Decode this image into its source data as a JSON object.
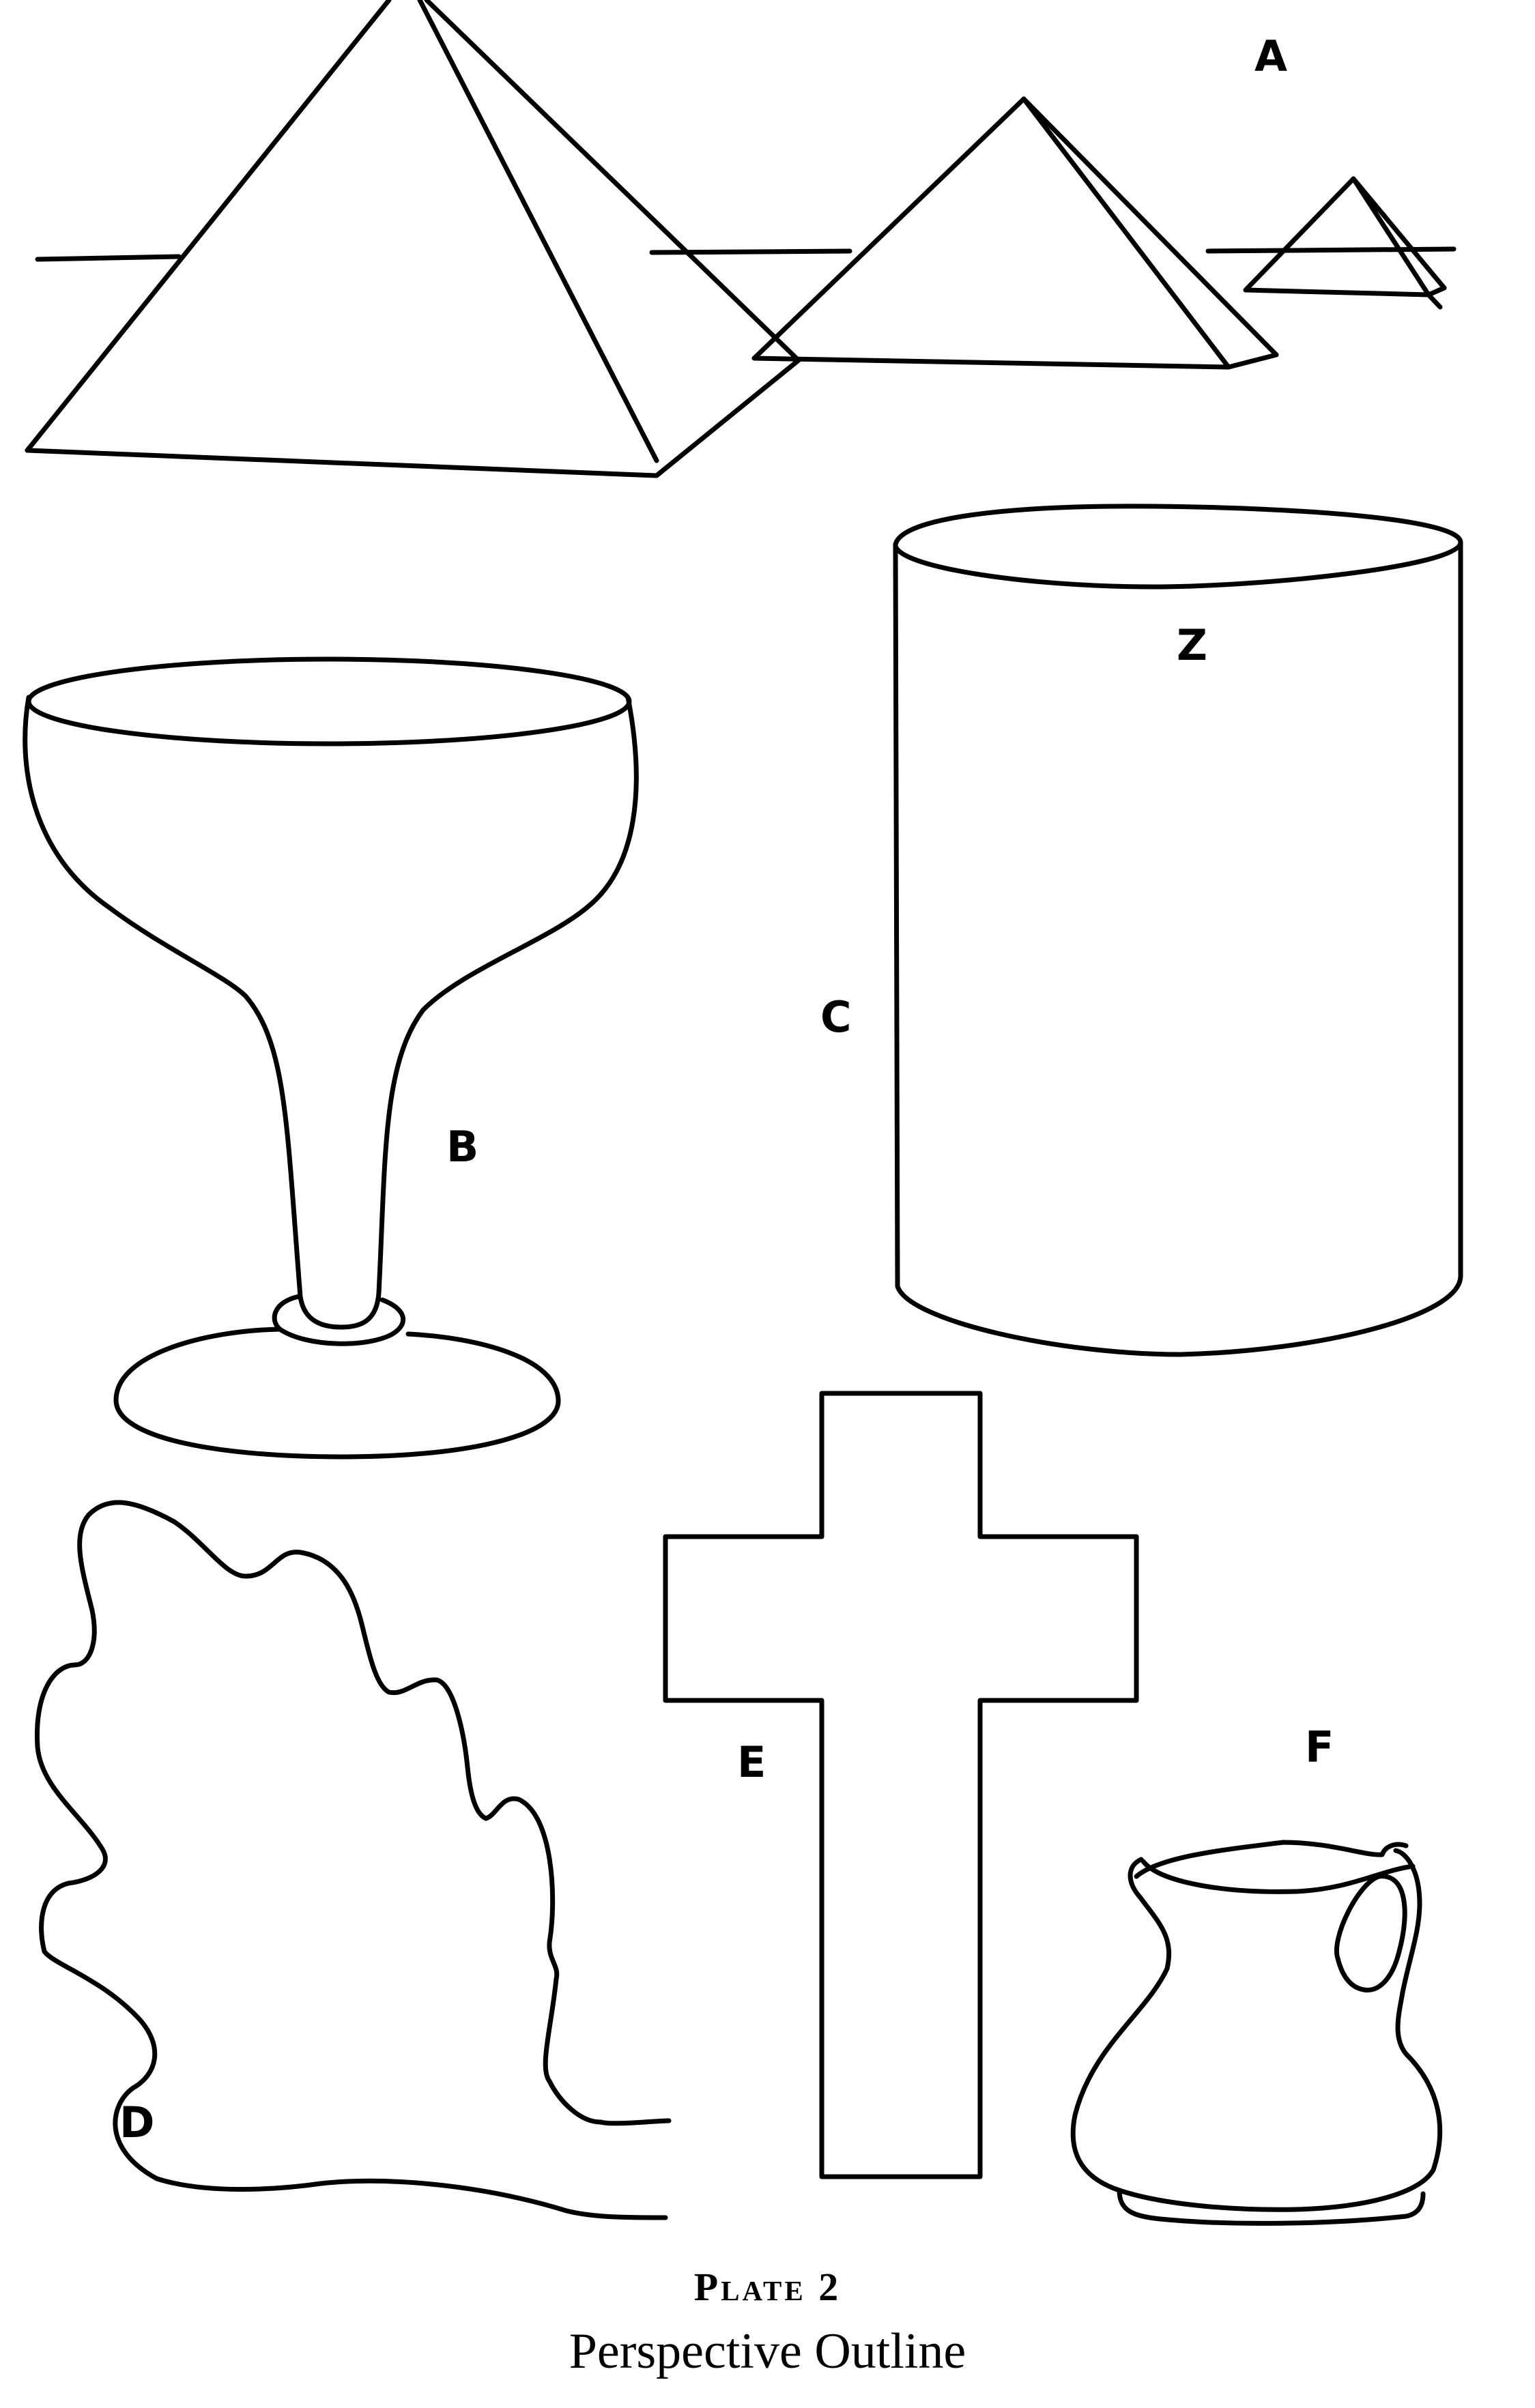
{
  "caption": {
    "plate_title": "Plate 2",
    "subtitle": "Perspective Outline"
  },
  "figures": [
    {
      "label": "A",
      "name": "Pyramids",
      "description": "Three pyramids of decreasing size on a horizon line"
    },
    {
      "label": "B",
      "name": "Goblet",
      "description": "Stemmed glass with shallow bowl and oval foot"
    },
    {
      "label": "C",
      "name": "Cylinder",
      "description": "Upright cylinder with elliptical top and bottom"
    },
    {
      "label": "Z",
      "name": "Cylinder top",
      "description": "Letter marking the top ellipse of the cylinder"
    },
    {
      "label": "D",
      "name": "Leaf",
      "description": "Oak-type leaf outline with wavy lobes and stem"
    },
    {
      "label": "E",
      "name": "Cross",
      "description": "Latin cross outline"
    },
    {
      "label": "F",
      "name": "Pitcher",
      "description": "Small jug with spout and loop handle"
    }
  ],
  "colors": {
    "ink": "#000000",
    "paper": "#ffffff"
  }
}
